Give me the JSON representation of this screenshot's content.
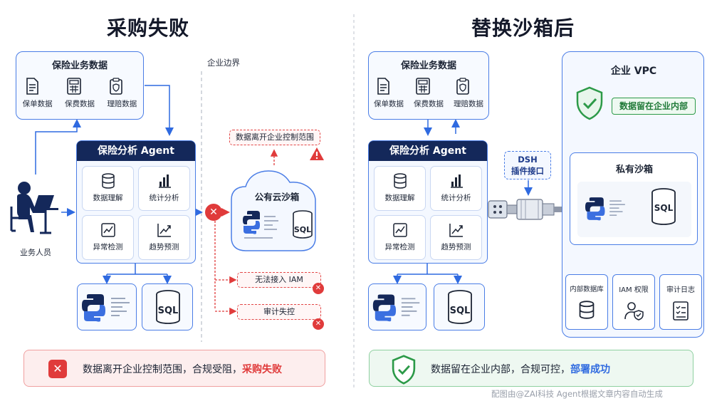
{
  "left": {
    "title": "采购失败",
    "boundary_label": "企业边界",
    "business_data": {
      "title": "保险业务数据",
      "items": [
        {
          "label": "保单数据",
          "icon": "document-icon"
        },
        {
          "label": "保费数据",
          "icon": "calculator-icon"
        },
        {
          "label": "理赔数据",
          "icon": "clipboard-shield-icon"
        }
      ]
    },
    "user_label": "业务人员",
    "agent": {
      "title": "保险分析 Agent",
      "modules": [
        {
          "label": "数据理解",
          "icon": "database-icon"
        },
        {
          "label": "统计分析",
          "icon": "bar-chart-icon"
        },
        {
          "label": "异常检测",
          "icon": "line-chart-icon"
        },
        {
          "label": "趋势预测",
          "icon": "trend-up-icon"
        }
      ]
    },
    "sql_label": "SQL",
    "public_sandbox": {
      "title": "公有云沙箱",
      "sql_label": "SQL"
    },
    "warnings": {
      "data_leave": "数据离开企业控制范围",
      "no_iam": "无法接入 IAM",
      "audit_lost": "审计失控"
    },
    "result": {
      "text": "数据离开企业控制范围，合规受阻，",
      "highlight": "采购失败"
    }
  },
  "right": {
    "title": "替换沙箱后",
    "business_data": {
      "title": "保险业务数据",
      "items": [
        {
          "label": "保单数据",
          "icon": "document-icon"
        },
        {
          "label": "保费数据",
          "icon": "calculator-icon"
        },
        {
          "label": "理赔数据",
          "icon": "clipboard-shield-icon"
        }
      ]
    },
    "agent": {
      "title": "保险分析 Agent",
      "modules": [
        {
          "label": "数据理解",
          "icon": "database-icon"
        },
        {
          "label": "统计分析",
          "icon": "bar-chart-icon"
        },
        {
          "label": "异常检测",
          "icon": "line-chart-icon"
        },
        {
          "label": "趋势预测",
          "icon": "trend-up-icon"
        }
      ]
    },
    "sql_label": "SQL",
    "dsh_label": "DSH\n插件接口",
    "vpc": {
      "title": "企业 VPC",
      "badge": "数据留在企业内部",
      "sandbox_title": "私有沙箱",
      "sql_label": "SQL",
      "services": [
        {
          "label": "内部数据库",
          "icon": "database-icon"
        },
        {
          "label": "IAM 权限",
          "icon": "user-shield-icon"
        },
        {
          "label": "审计日志",
          "icon": "audit-log-icon"
        }
      ]
    },
    "result": {
      "text": "数据留在企业内部，合规可控，",
      "highlight": "部署成功"
    }
  },
  "watermark": "配图由@ZAI科技 Agent根据文章内容自动生成",
  "colors": {
    "blue": "#2f6ae0",
    "navy": "#14285a",
    "red": "#e03b3b",
    "green": "#2c9a48"
  }
}
